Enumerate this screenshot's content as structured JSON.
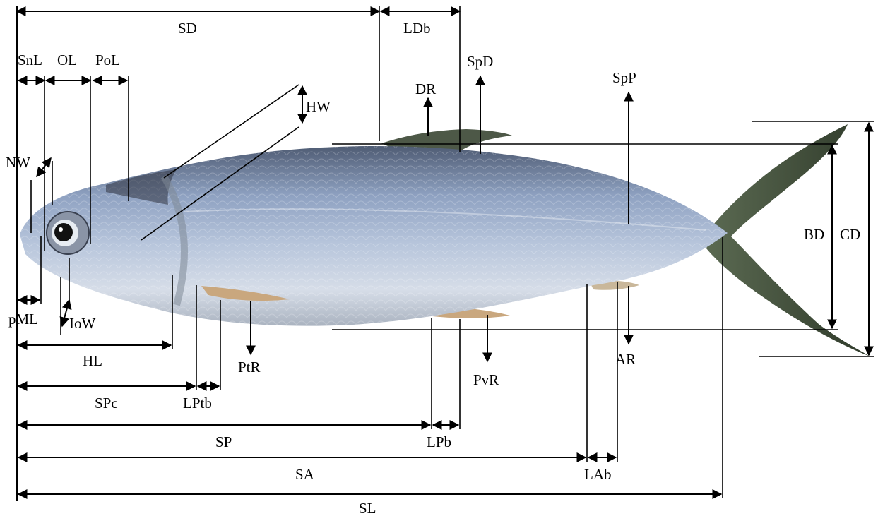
{
  "labels": {
    "SD": "SD",
    "LDb": "LDb",
    "SnL": "SnL",
    "OL": "OL",
    "PoL": "PoL",
    "HW": "HW",
    "DR": "DR",
    "SpD": "SpD",
    "SpP": "SpP",
    "NW": "NW",
    "BD": "BD",
    "CD": "CD",
    "pML": "pML",
    "IoW": "IoW",
    "HL": "HL",
    "PtR": "PtR",
    "PvR": "PvR",
    "AR": "AR",
    "SPc": "SPc",
    "LPtb": "LPtb",
    "SP": "SP",
    "LPb": "LPb",
    "SA": "SA",
    "LAb": "LAb",
    "SL": "SL"
  },
  "colors": {
    "line": "#000000",
    "fish_back": "#5f6d86",
    "fish_belly": "#c9d3e2",
    "fish_mid": "#9aaac4",
    "fin": "#3e4a35"
  }
}
